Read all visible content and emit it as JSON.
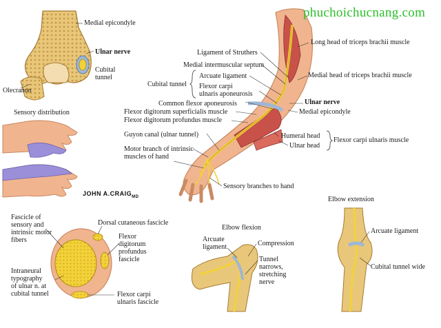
{
  "watermark": "phuchoichucnang.com",
  "signature": "JOHN A.CRAIG",
  "signature_suffix": "MD",
  "elbow_section": {
    "labels": [
      "Medial epicondyle",
      "Ulnar nerve",
      "Cubital",
      "tunnel",
      "Olecranon"
    ]
  },
  "sensory": {
    "title": "Sensory distribution"
  },
  "arm": {
    "left_labels": [
      "Ligament of Struthers",
      "Medial intermuscular septum",
      "Arcuate ligament",
      "Cubital tunnel",
      "Flexor carpi",
      "ulnaris aponeurosis",
      "Common flexor aponeurosis",
      "Flexor digitorum superficialis muscle",
      "Flexor digitorum profundus muscle",
      "Guyon canal (ulnar tunnel)",
      "Motor branch of intrinsic",
      "muscles of hand",
      "Sensory branches to hand"
    ],
    "right_labels": [
      "Long head of triceps brachii muscle",
      "Medial head of triceps brachii muscle",
      "Ulnar nerve",
      "Medial epicondyle",
      "Humeral head",
      "Ulnar head",
      "Flexor carpi ulnaris muscle"
    ]
  },
  "fascicle": {
    "labels": [
      "Fascicle of",
      "sensory and",
      "intrinsic motor",
      "fibers",
      "Dorsal cutaneous fascicle",
      "Flexor",
      "digitorum",
      "profundus",
      "fascicle",
      "Intraneural",
      "typography",
      "of ulnar n. at",
      "cubital tunnel",
      "Flexor carpi",
      "ulnaris fascicle"
    ]
  },
  "flexion": {
    "title": "Elbow flexion",
    "labels": [
      "Arcuate",
      "ligament",
      "Compression",
      "Tunnel",
      "narrows,",
      "stretching",
      "nerve"
    ]
  },
  "extension": {
    "title": "Elbow extension",
    "labels": [
      "Arcuate ligament",
      "Cubital tunnel wide"
    ]
  },
  "colors": {
    "watermark": "#2bbf2b",
    "bone": "#e8c77a",
    "nerve": "#f2d23a",
    "muscle": "#c8524a",
    "skin": "#f0b48e",
    "ligament": "#9db7d6"
  }
}
